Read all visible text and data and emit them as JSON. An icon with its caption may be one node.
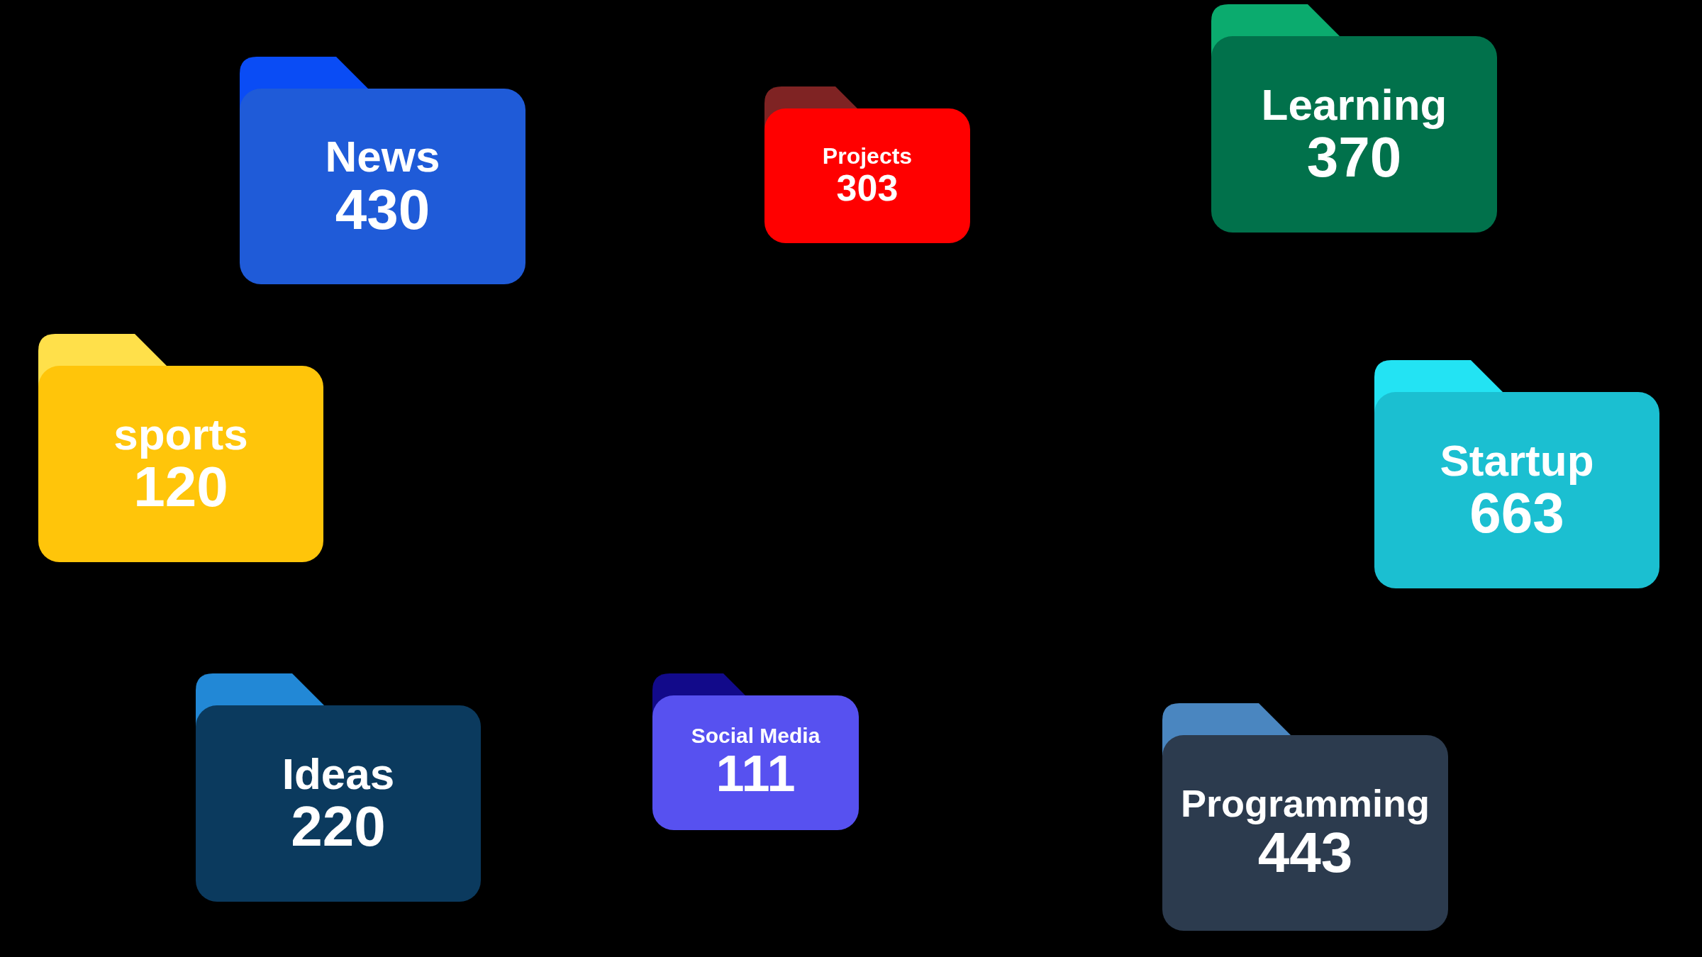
{
  "diagram": {
    "nodes": [
      {
        "text": [
          "News",
          "430"
        ]
      },
      {
        "text": [
          "Projects",
          "303"
        ]
      },
      {
        "text": [
          "Learning",
          "370"
        ]
      },
      {
        "text": [
          "sports",
          "120"
        ]
      },
      {
        "text": [
          "Startup",
          "663"
        ]
      },
      {
        "text": [
          "Ideas",
          "220"
        ]
      },
      {
        "text": [
          "Social Media",
          "111"
        ]
      },
      {
        "text": [
          "Programming",
          "443"
        ]
      }
    ]
  }
}
